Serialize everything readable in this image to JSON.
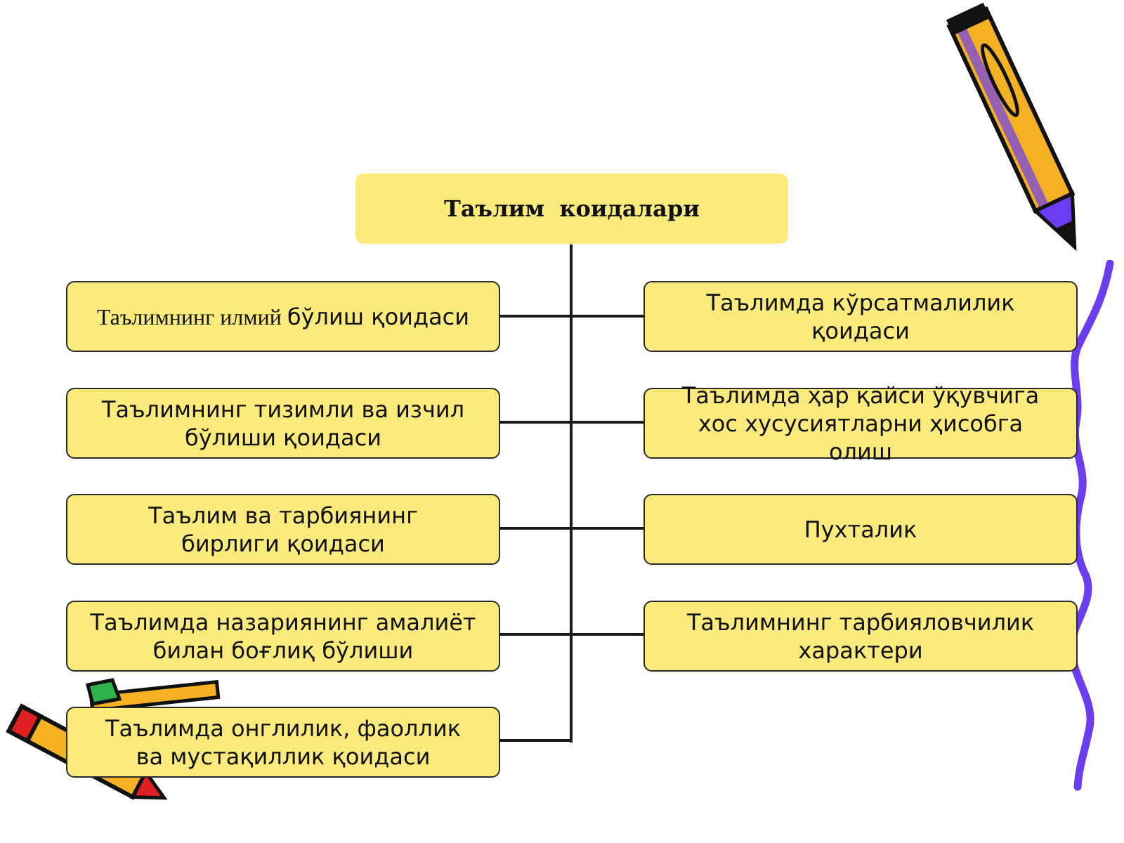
{
  "diagram": {
    "title": "Таълим  коидалари",
    "left_boxes": [
      {
        "serif_prefix": "Таълимнинг илмий ",
        "text": "бўлиш қоидаси"
      },
      {
        "serif_prefix": "",
        "text": "Таълимнинг тизимли ва изчил бўлиши қоидаси"
      },
      {
        "serif_prefix": "",
        "text": "Таълим ва тарбиянинг бирлиги қоидаси"
      },
      {
        "serif_prefix": "",
        "text": "Таълимда назариянинг амалиёт билан боғлиқ бўлиши"
      },
      {
        "serif_prefix": "",
        "text": "Таълимда онглилик, фаоллик ва мустақиллик қоидаси"
      }
    ],
    "right_boxes": [
      {
        "text": "Таълимда кўрсатмалилик қоидаси"
      },
      {
        "text": "Таълимда ҳар қайси ўқувчига хос хусусиятларни ҳисобга олиш"
      },
      {
        "text": "Пухталик"
      },
      {
        "text": "Таълимнинг тарбияловчилик характери"
      }
    ]
  },
  "colors": {
    "box_fill": "#fbeb7d",
    "line": "#1a1a1a",
    "squiggle": "#6a3df0",
    "pencil_body": "#f4b223",
    "pencil_accent": "#e02020",
    "pencil_eraser": "#2db34a"
  },
  "icons": [
    "pencil-icon",
    "crayon-icon",
    "pencils-bundle-icon",
    "squiggle-line"
  ]
}
